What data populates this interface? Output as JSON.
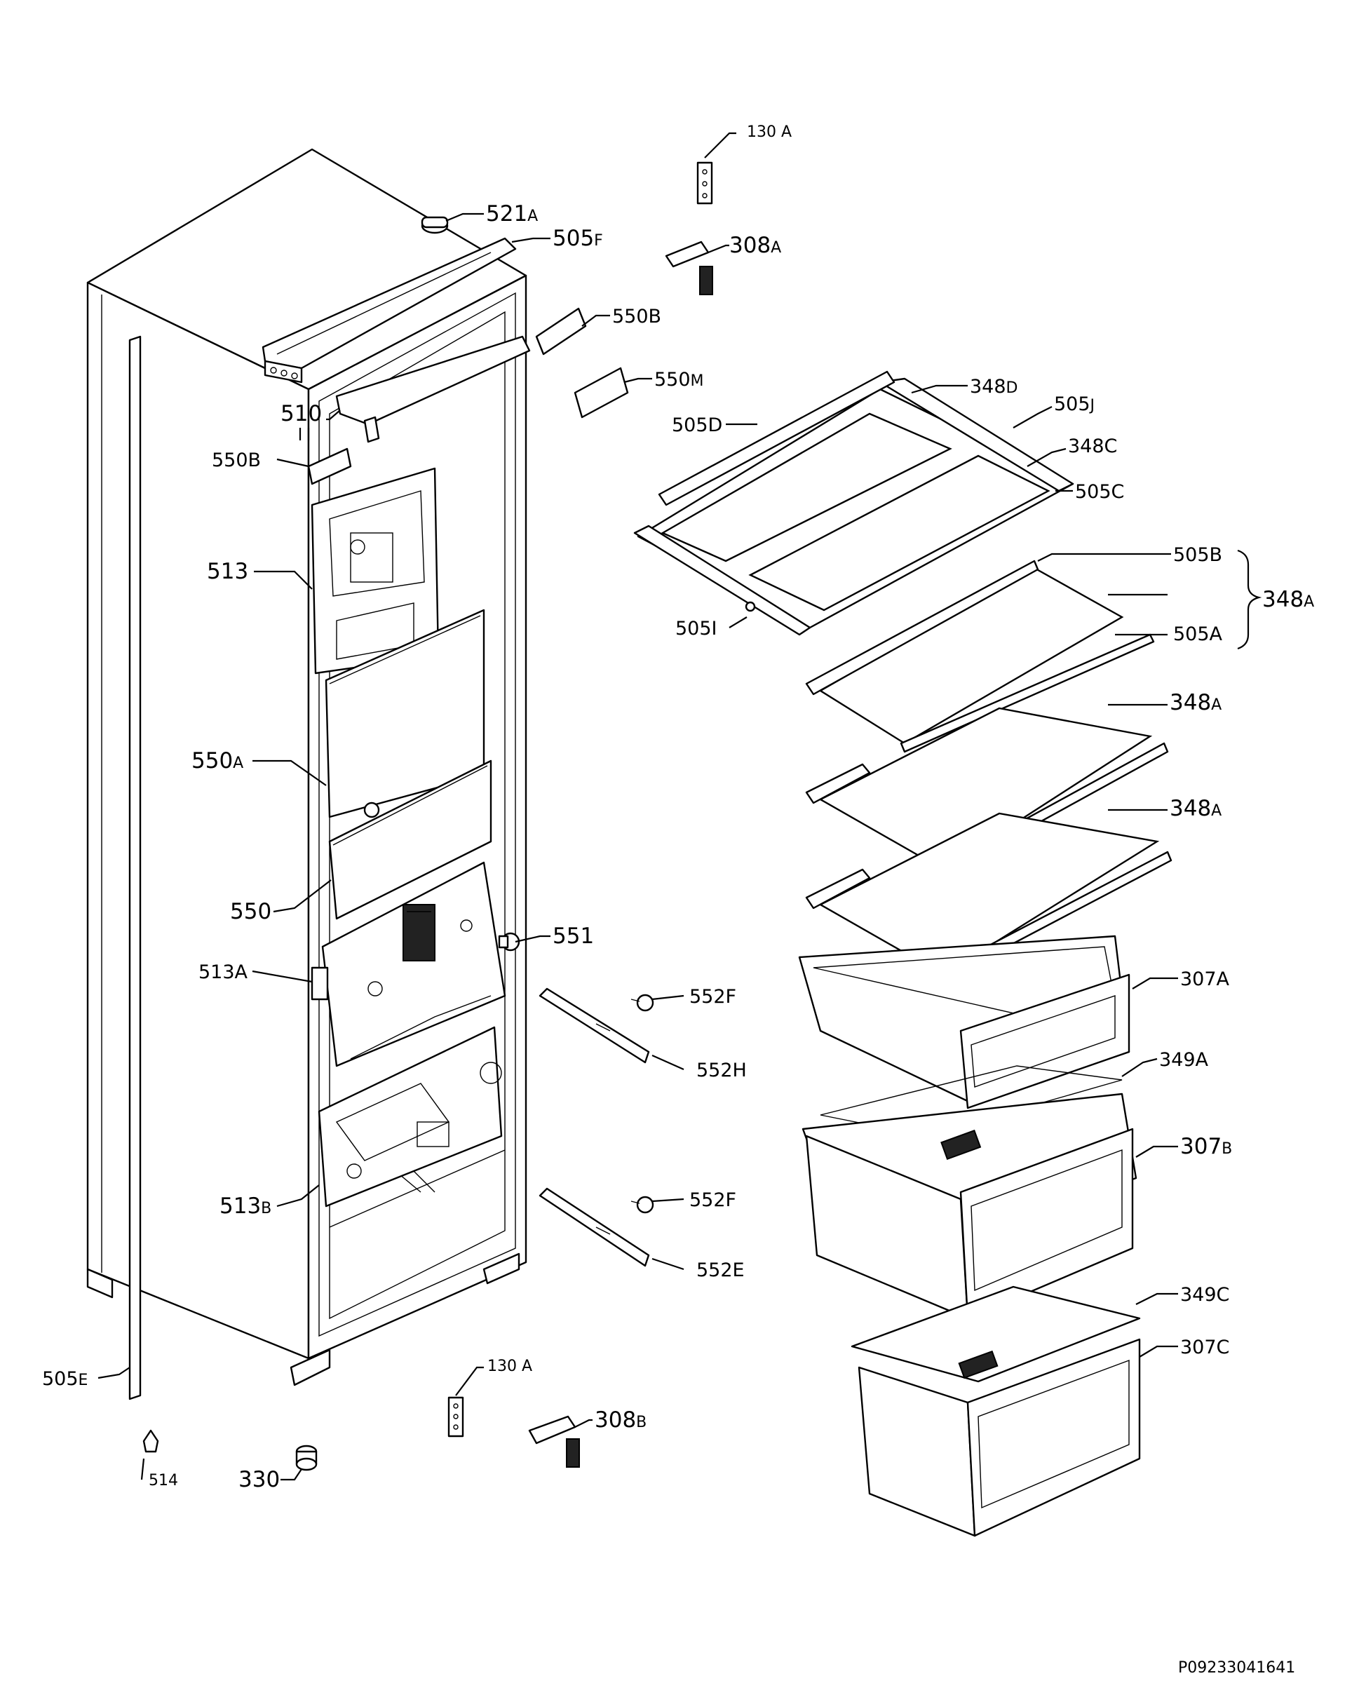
{
  "labels": {
    "l130A_top": "130 A",
    "l308A": "308",
    "l308A_suffix": "A",
    "l521A": "521",
    "l521A_suffix": "A",
    "l505F": "505",
    "l505F_suffix": "F",
    "l550B_top": "550B",
    "l550M": "550",
    "l550M_suffix": "M",
    "l510": "510",
    "l550B_left": "550B",
    "l348D": "348",
    "l348D_suffix": "D",
    "l505J": "505",
    "l505J_suffix": "J",
    "l505D": "505D",
    "l348C": "348C",
    "l505C": "505C",
    "l505B": "505B",
    "l348A_brace": "348",
    "l348A_brace_suffix": "A",
    "l505I": "505I",
    "l505A": "505A",
    "l513": "513",
    "l348A_2": "348",
    "l348A_2_suffix": "A",
    "l550A": "550",
    "l550A_suffix": "A",
    "l348A_3": "348",
    "l348A_3_suffix": "A",
    "l550": "550",
    "l551": "551",
    "l513A": "513A",
    "l307A": "307A",
    "l552F_top": "552F",
    "l349A": "349A",
    "l552H": "552H",
    "l307B": "307",
    "l307B_suffix": "B",
    "l513B": "513",
    "l513B_suffix": "B",
    "l552F_bottom": "552F",
    "l552E": "552E",
    "l349C": "349C",
    "l307C": "307C",
    "l505E": "505",
    "l505E_suffix": "E",
    "l130A_bottom": "130 A",
    "l308B": "308",
    "l308B_suffix": "B",
    "l514": "514",
    "l330": "330"
  },
  "footer": {
    "code": "P09233041641"
  }
}
